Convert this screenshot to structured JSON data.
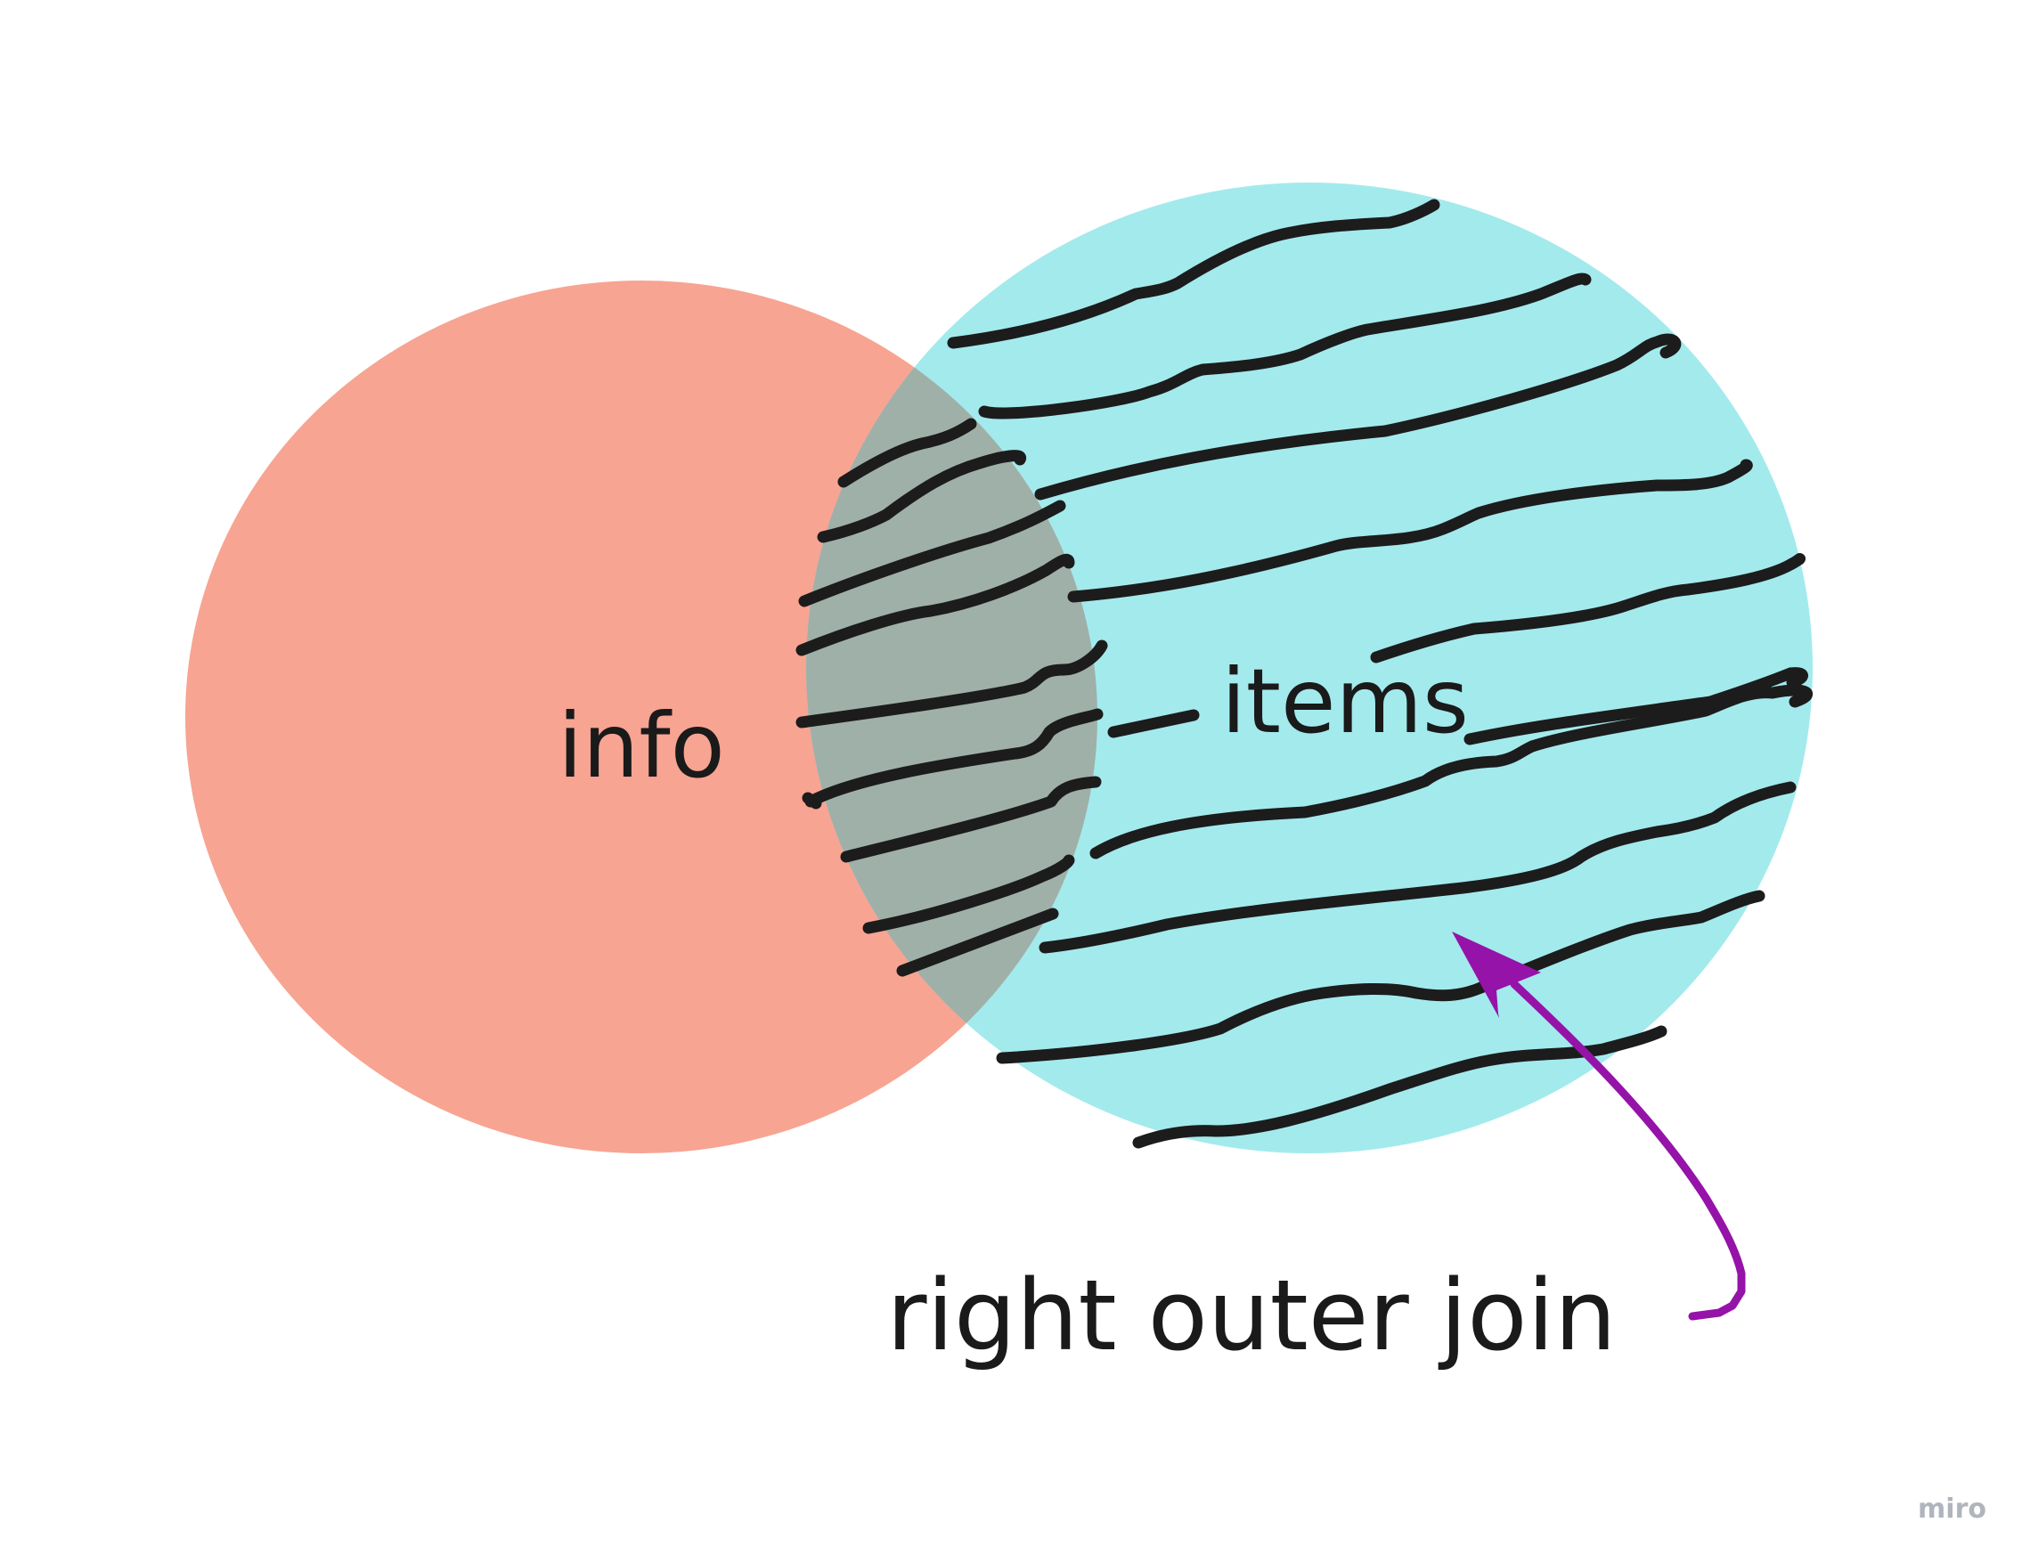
{
  "diagram": {
    "left_set": {
      "label": "info",
      "color": "#f7a492"
    },
    "right_set": {
      "label": "items",
      "color": "#a3eaed"
    },
    "overlap": {
      "color": "#9fb0a8"
    },
    "annotation": {
      "label": "right outer join",
      "arrow_color": "#9513a8"
    },
    "shading": {
      "color": "#1c1c1c"
    },
    "watermark": "miro"
  }
}
